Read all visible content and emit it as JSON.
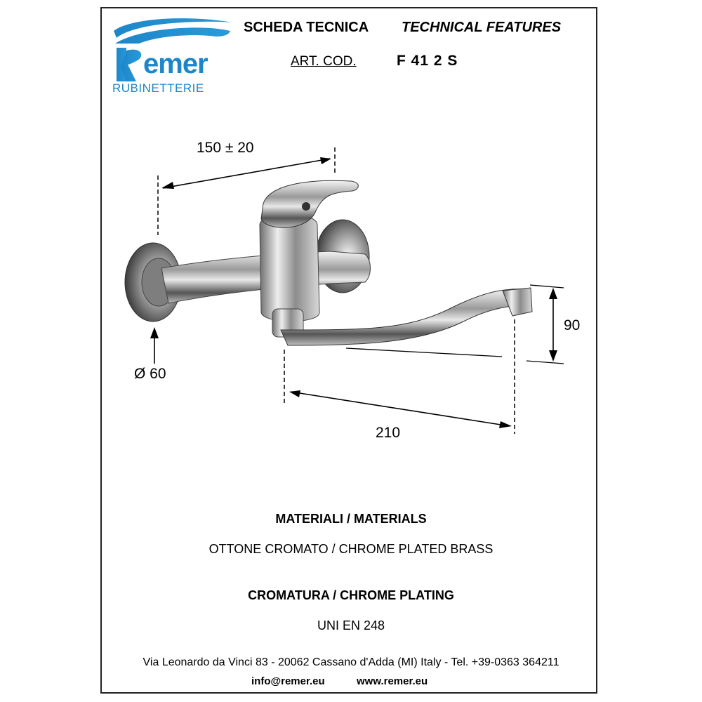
{
  "logo": {
    "brand": "Remer",
    "subtitle": "RUBINETTERIE",
    "color": "#1c86c9"
  },
  "header": {
    "scheda_label": "SCHEDA TECNICA",
    "technical_label": "TECHNICAL FEATURES",
    "art_cod_label": "ART. COD.",
    "art_code": "F 41 2 S"
  },
  "drawing": {
    "dim_width": "150 ± 20",
    "dim_height": "90",
    "dim_diameter": "Ø 60",
    "dim_spout": "210"
  },
  "specs": {
    "materials_title": "MATERIALI / MATERIALS",
    "materials_value": "OTTONE CROMATO / CHROME PLATED BRASS",
    "plating_title": "CROMATURA / CHROME PLATING",
    "plating_value": "UNI EN 248"
  },
  "footer": {
    "address": "Via Leonardo da Vinci 83 - 20062 Cassano d'Adda (MI) Italy - Tel. +39-0363 364211",
    "email": "info@remer.eu",
    "website": "www.remer.eu"
  }
}
